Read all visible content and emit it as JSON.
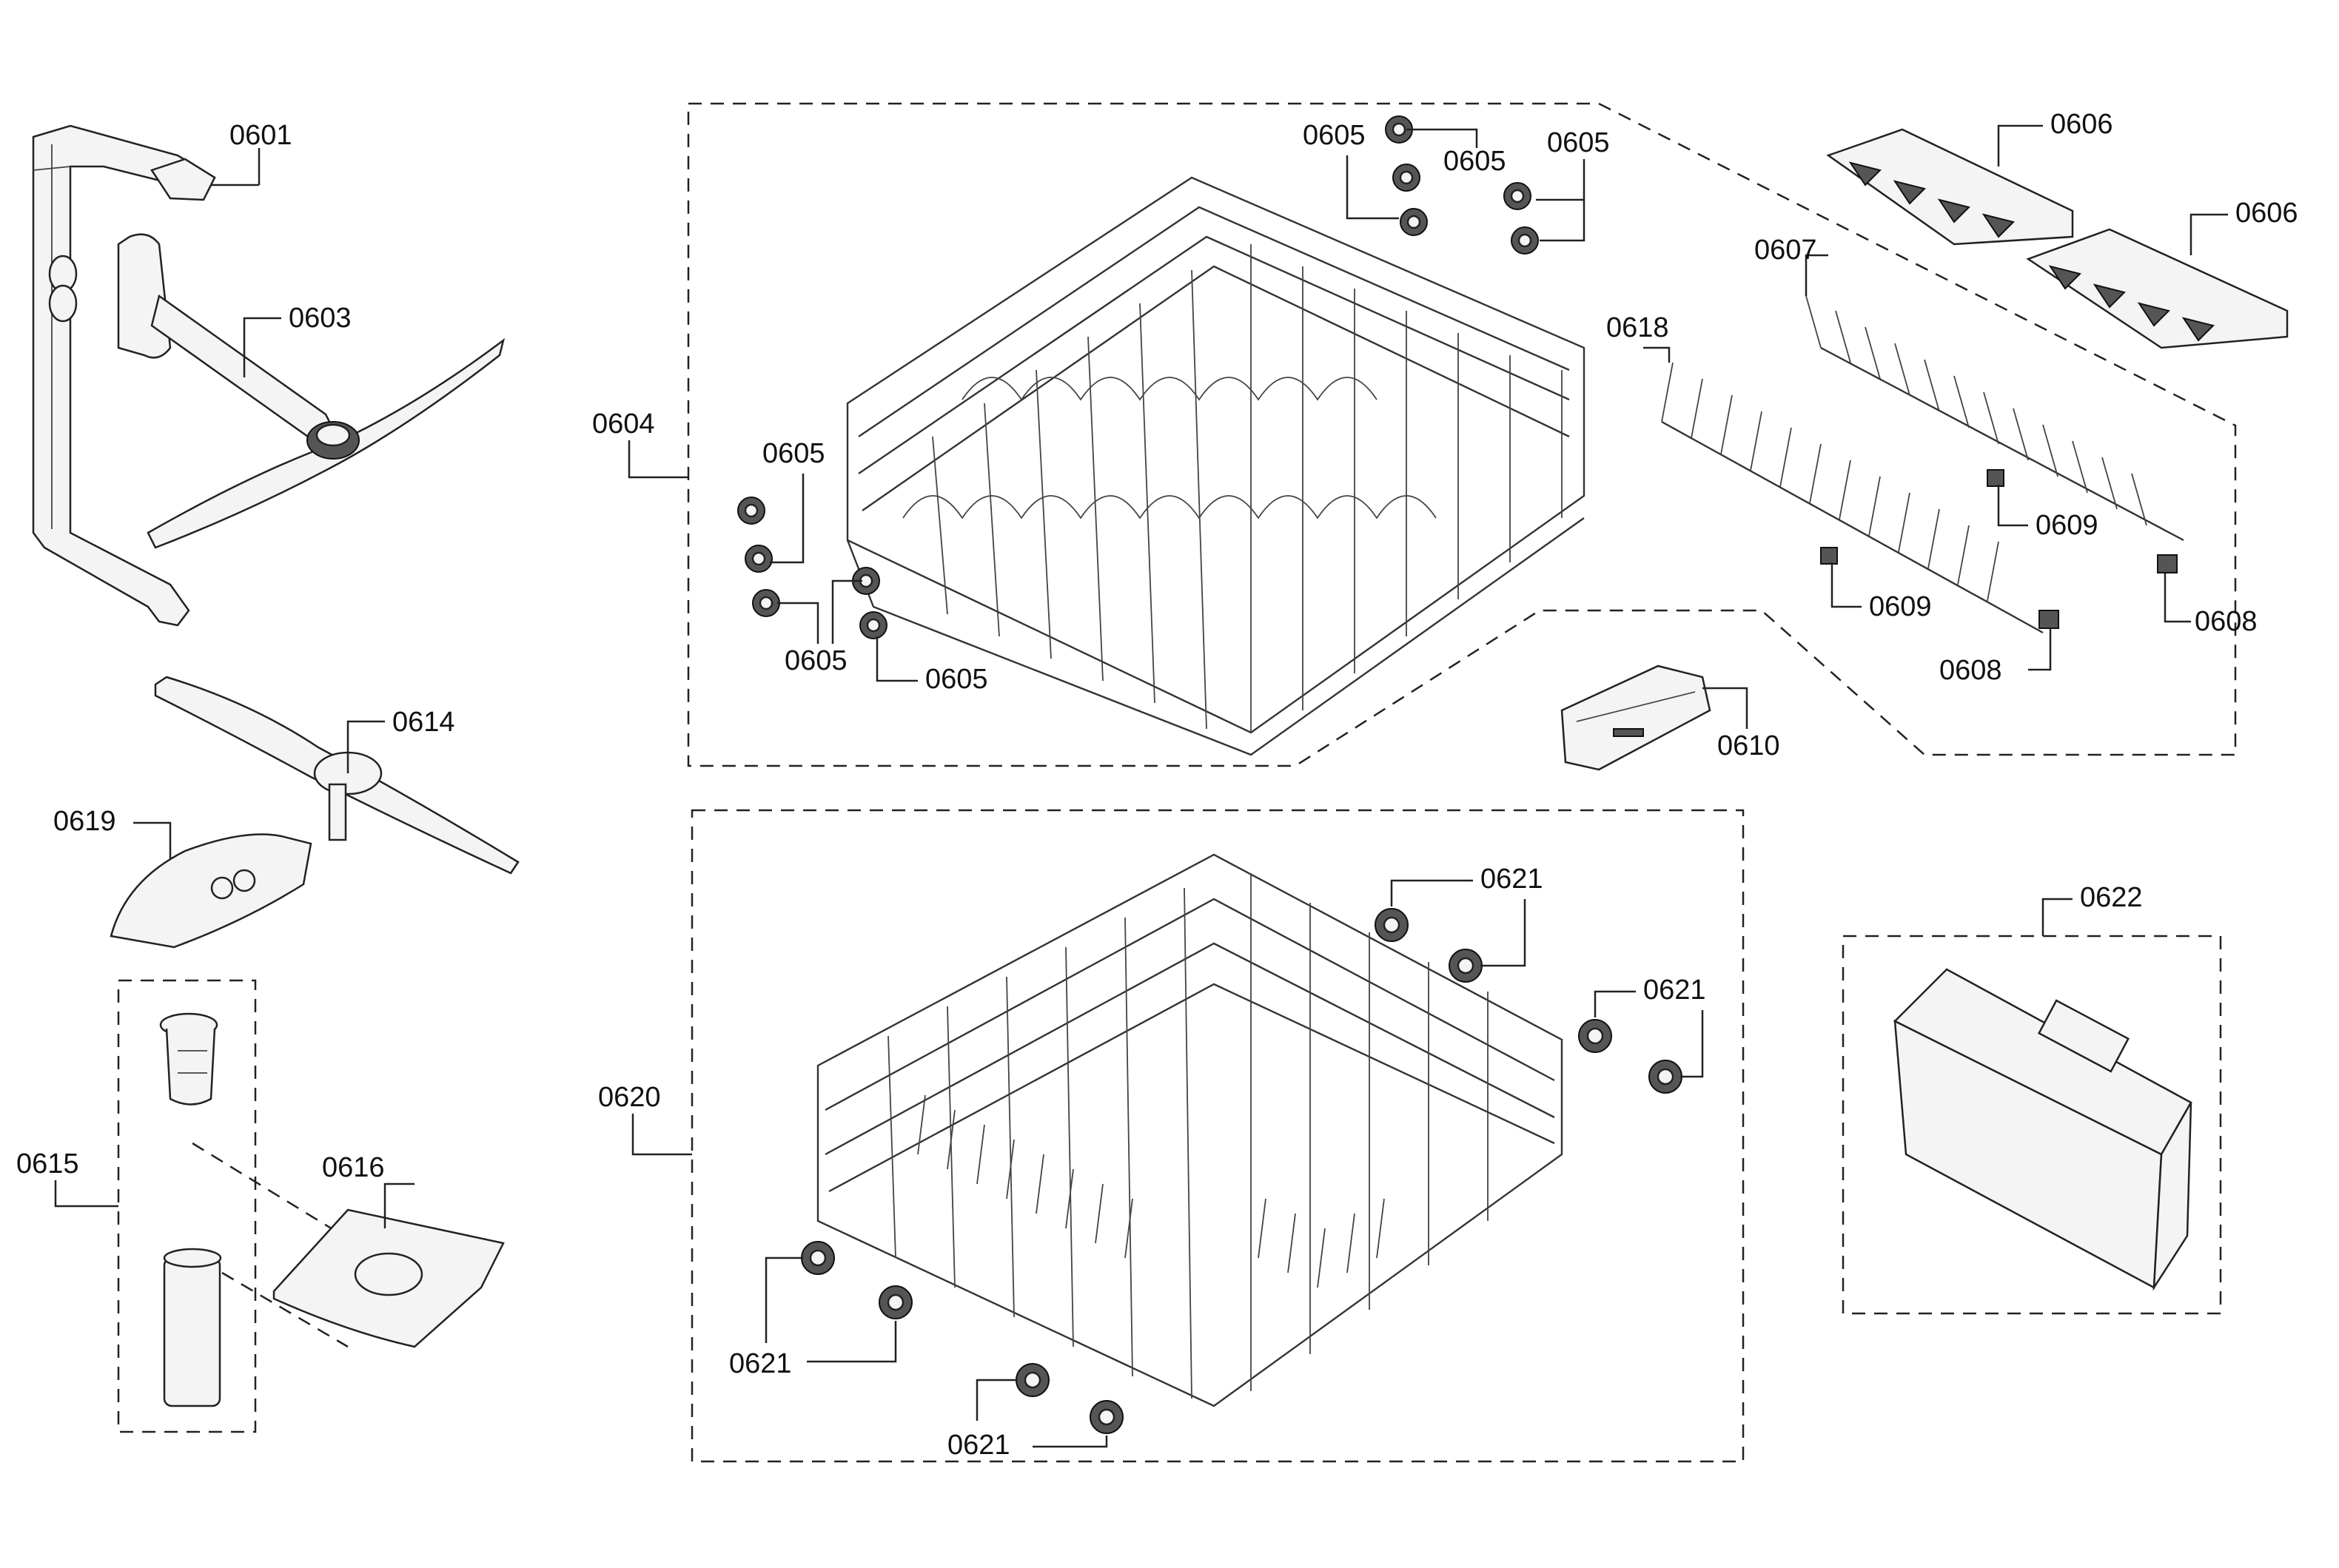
{
  "labels": {
    "l0601": "0601",
    "l0603": "0603",
    "l0604": "0604",
    "l0605_t1": "0605",
    "l0605_t2": "0605",
    "l0605_t3": "0605",
    "l0605_l1": "0605",
    "l0605_l2": "0605",
    "l0605_l3": "0605",
    "l0606_a": "0606",
    "l0606_b": "0606",
    "l0607": "0607",
    "l0608_a": "0608",
    "l0608_b": "0608",
    "l0609_a": "0609",
    "l0609_b": "0609",
    "l0610": "0610",
    "l0614": "0614",
    "l0615": "0615",
    "l0616": "0616",
    "l0618": "0618",
    "l0619": "0619",
    "l0620": "0620",
    "l0621_a": "0621",
    "l0621_b": "0621",
    "l0621_c": "0621",
    "l0621_d": "0621",
    "l0622": "0622"
  }
}
